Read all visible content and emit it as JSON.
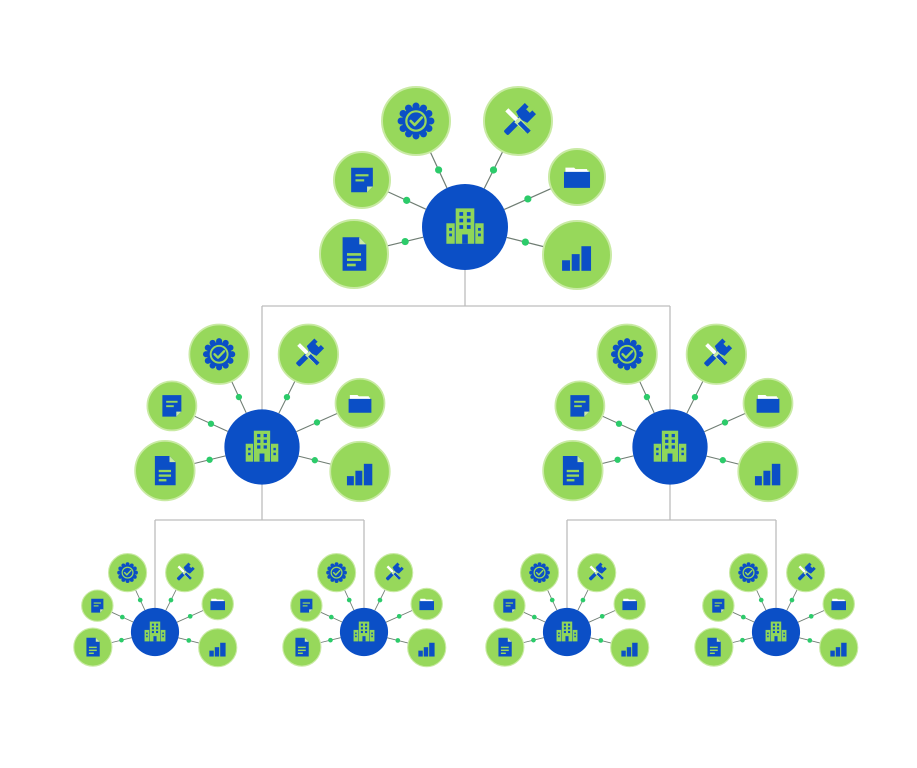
{
  "colors": {
    "background": "#ffffff",
    "hub": "#0b4fc6",
    "hub_icon": "#8fd65a",
    "satellite": "#97d85b",
    "satellite_ring": "#c9eaa4",
    "satellite_icon": "#0b4fc6",
    "connector_dot": "#2ccb6a",
    "spoke": "#6f7d73",
    "tree_line": "#bdbdbd"
  },
  "diagram": {
    "hub_icon": "building-icon",
    "satellite_icons": [
      "document-icon",
      "note-icon",
      "verified-badge-icon",
      "tools-icon",
      "folder-icon",
      "bar-chart-icon"
    ],
    "levels": [
      {
        "level": 1,
        "cluster_count": 1
      },
      {
        "level": 2,
        "cluster_count": 2
      },
      {
        "level": 3,
        "cluster_count": 4
      }
    ]
  }
}
